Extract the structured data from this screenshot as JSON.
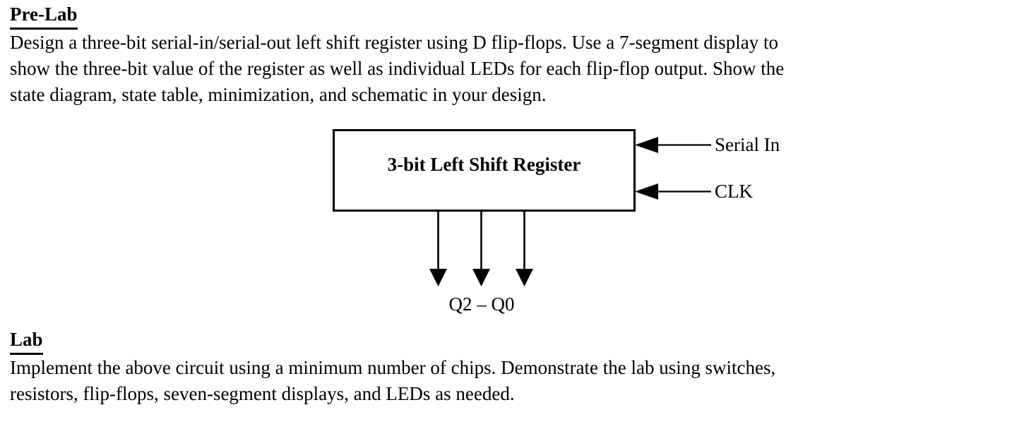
{
  "document": {
    "sections": [
      {
        "id": "pre-lab",
        "heading": "Pre-Lab",
        "lines": [
          "Design a three-bit serial-in/serial-out left shift register using D flip-flops. Use a 7-segment display to",
          "show the three-bit value of the register as well as individual LEDs for each flip-flop output. Show the",
          "state diagram, state table, minimization, and schematic in your design."
        ]
      },
      {
        "id": "lab",
        "heading": "Lab",
        "lines": [
          "Implement the above circuit using a minimum number of chips. Demonstrate the lab using switches,",
          "resistors, flip-flops, seven-segment displays, and LEDs as needed."
        ]
      }
    ]
  },
  "diagram": {
    "block_title": "3-bit Left Shift Register",
    "inputs": [
      {
        "name": "serial-in",
        "label": "Serial In"
      },
      {
        "name": "clk",
        "label": "CLK"
      }
    ],
    "outputs": [
      {
        "name": "q-bus",
        "label": "Q2 – Q0",
        "count": 3
      }
    ],
    "colors": {
      "stroke": "#000000",
      "fill": "#ffffff",
      "text": "#000000"
    }
  }
}
